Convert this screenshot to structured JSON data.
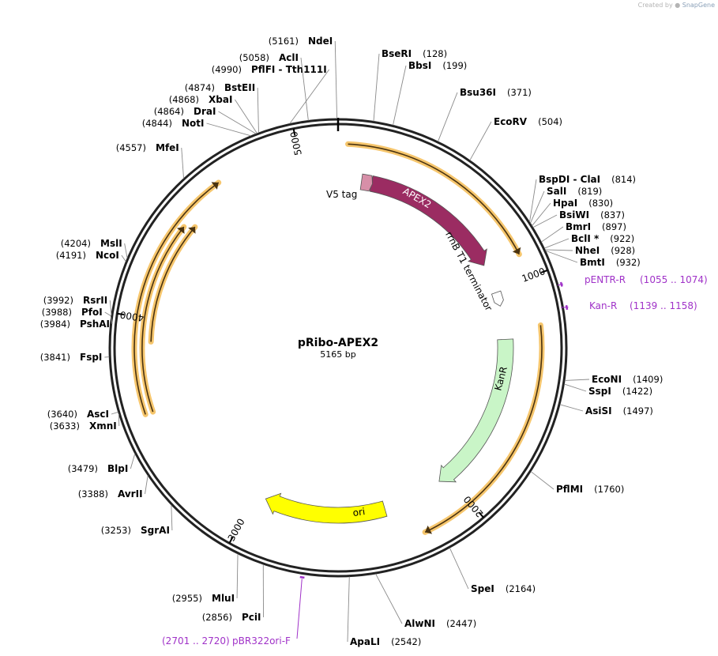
{
  "credit": {
    "prefix": "Created by",
    "brand": "SnapGene"
  },
  "plasmid": {
    "name": "pRibo-APEX2",
    "length_label": "5165 bp",
    "length": 5165
  },
  "ticks": [
    {
      "bp": 1000,
      "label": "1000"
    },
    {
      "bp": 2000,
      "label": "2000"
    },
    {
      "bp": 3000,
      "label": "3000"
    },
    {
      "bp": 4000,
      "label": "4000"
    },
    {
      "bp": 5000,
      "label": "5000"
    }
  ],
  "features": [
    {
      "name": "V5 tag",
      "start": 115,
      "end": 160,
      "color": "#d78fa8",
      "label": "V5 tag"
    },
    {
      "name": "APEX2",
      "start": 165,
      "end": 870,
      "color": "#9b2c62",
      "label": "APEX2"
    },
    {
      "name": "rrnB T1 terminator",
      "start": 1015,
      "end": 1085,
      "color": "#ffffff",
      "label": "rrnB T1 terminator"
    },
    {
      "name": "KanR",
      "start": 1250,
      "end": 2050,
      "color": "#c9f5c7",
      "label": "KanR"
    },
    {
      "name": "ori",
      "start": 2350,
      "end": 2950,
      "color": "#ffff00",
      "label": "ori"
    }
  ],
  "orfs": [
    {
      "start": 40,
      "end": 900
    },
    {
      "start": 1200,
      "end": 2220
    },
    {
      "start": 3600,
      "end": 4650
    },
    {
      "start": 3600,
      "end": 4420
    },
    {
      "start": 3900,
      "end": 4450
    }
  ],
  "primers": [
    {
      "name": "pENTR-R",
      "range": "(1055 .. 1074)",
      "bp": 1064
    },
    {
      "name": "Kan-R",
      "range": "(1139 .. 1158)",
      "bp": 1148
    },
    {
      "name": "pBR322ori-F",
      "range": "(2701 .. 2720)",
      "bp": 2710
    }
  ],
  "sites": [
    {
      "name": "NdeI",
      "pos": "(5161)",
      "bp": 5161,
      "side": "left"
    },
    {
      "name": "BseRI",
      "pos": "(128)",
      "bp": 128,
      "side": "right"
    },
    {
      "name": "BbsI",
      "pos": "(199)",
      "bp": 199,
      "side": "right"
    },
    {
      "name": "Bsu36I",
      "pos": "(371)",
      "bp": 371,
      "side": "right"
    },
    {
      "name": "EcoRV",
      "pos": "(504)",
      "bp": 504,
      "side": "right"
    },
    {
      "name": "BspDI - ClaI",
      "pos": "(814)",
      "bp": 814,
      "side": "right"
    },
    {
      "name": "SalI",
      "pos": "(819)",
      "bp": 819,
      "side": "right"
    },
    {
      "name": "HpaI",
      "pos": "(830)",
      "bp": 830,
      "side": "right"
    },
    {
      "name": "BsiWI",
      "pos": "(837)",
      "bp": 837,
      "side": "right"
    },
    {
      "name": "BmrI",
      "pos": "(897)",
      "bp": 897,
      "side": "right"
    },
    {
      "name": "BclI *",
      "pos": "(922)",
      "bp": 922,
      "side": "right"
    },
    {
      "name": "NheI",
      "pos": "(928)",
      "bp": 928,
      "side": "right"
    },
    {
      "name": "BmtI",
      "pos": "(932)",
      "bp": 932,
      "side": "right"
    },
    {
      "name": "EcoNI",
      "pos": "(1409)",
      "bp": 1409,
      "side": "right"
    },
    {
      "name": "SspI",
      "pos": "(1422)",
      "bp": 1422,
      "side": "right"
    },
    {
      "name": "AsiSI",
      "pos": "(1497)",
      "bp": 1497,
      "side": "right"
    },
    {
      "name": "PflMI",
      "pos": "(1760)",
      "bp": 1760,
      "side": "right"
    },
    {
      "name": "SpeI",
      "pos": "(2164)",
      "bp": 2164,
      "side": "right"
    },
    {
      "name": "AlwNI",
      "pos": "(2447)",
      "bp": 2447,
      "side": "right"
    },
    {
      "name": "ApaLI",
      "pos": "(2542)",
      "bp": 2542,
      "side": "right"
    },
    {
      "name": "PciI",
      "pos": "(2856)",
      "bp": 2856,
      "side": "left"
    },
    {
      "name": "MluI",
      "pos": "(2955)",
      "bp": 2955,
      "side": "left"
    },
    {
      "name": "SgrAI",
      "pos": "(3253)",
      "bp": 3253,
      "side": "left"
    },
    {
      "name": "AvrII",
      "pos": "(3388)",
      "bp": 3388,
      "side": "left"
    },
    {
      "name": "BlpI",
      "pos": "(3479)",
      "bp": 3479,
      "side": "left"
    },
    {
      "name": "XmnI",
      "pos": "(3633)",
      "bp": 3633,
      "side": "left"
    },
    {
      "name": "AscI",
      "pos": "(3640)",
      "bp": 3640,
      "side": "left"
    },
    {
      "name": "FspI",
      "pos": "(3841)",
      "bp": 3841,
      "side": "left"
    },
    {
      "name": "PshAI",
      "pos": "(3984)",
      "bp": 3984,
      "side": "left"
    },
    {
      "name": "PfoI",
      "pos": "(3988)",
      "bp": 3988,
      "side": "left"
    },
    {
      "name": "RsrII",
      "pos": "(3992)",
      "bp": 3992,
      "side": "left"
    },
    {
      "name": "NcoI",
      "pos": "(4191)",
      "bp": 4191,
      "side": "left"
    },
    {
      "name": "MslI",
      "pos": "(4204)",
      "bp": 4204,
      "side": "left"
    },
    {
      "name": "MfeI",
      "pos": "(4557)",
      "bp": 4557,
      "side": "left"
    },
    {
      "name": "NotI",
      "pos": "(4844)",
      "bp": 4844,
      "side": "left"
    },
    {
      "name": "DraI",
      "pos": "(4864)",
      "bp": 4864,
      "side": "left"
    },
    {
      "name": "XbaI",
      "pos": "(4868)",
      "bp": 4868,
      "side": "left"
    },
    {
      "name": "BstEII",
      "pos": "(4874)",
      "bp": 4874,
      "side": "left"
    },
    {
      "name": "PflFI - Tth111I",
      "pos": "(4990)",
      "bp": 4990,
      "side": "left"
    },
    {
      "name": "AclI",
      "pos": "(5058)",
      "bp": 5058,
      "side": "left"
    }
  ]
}
